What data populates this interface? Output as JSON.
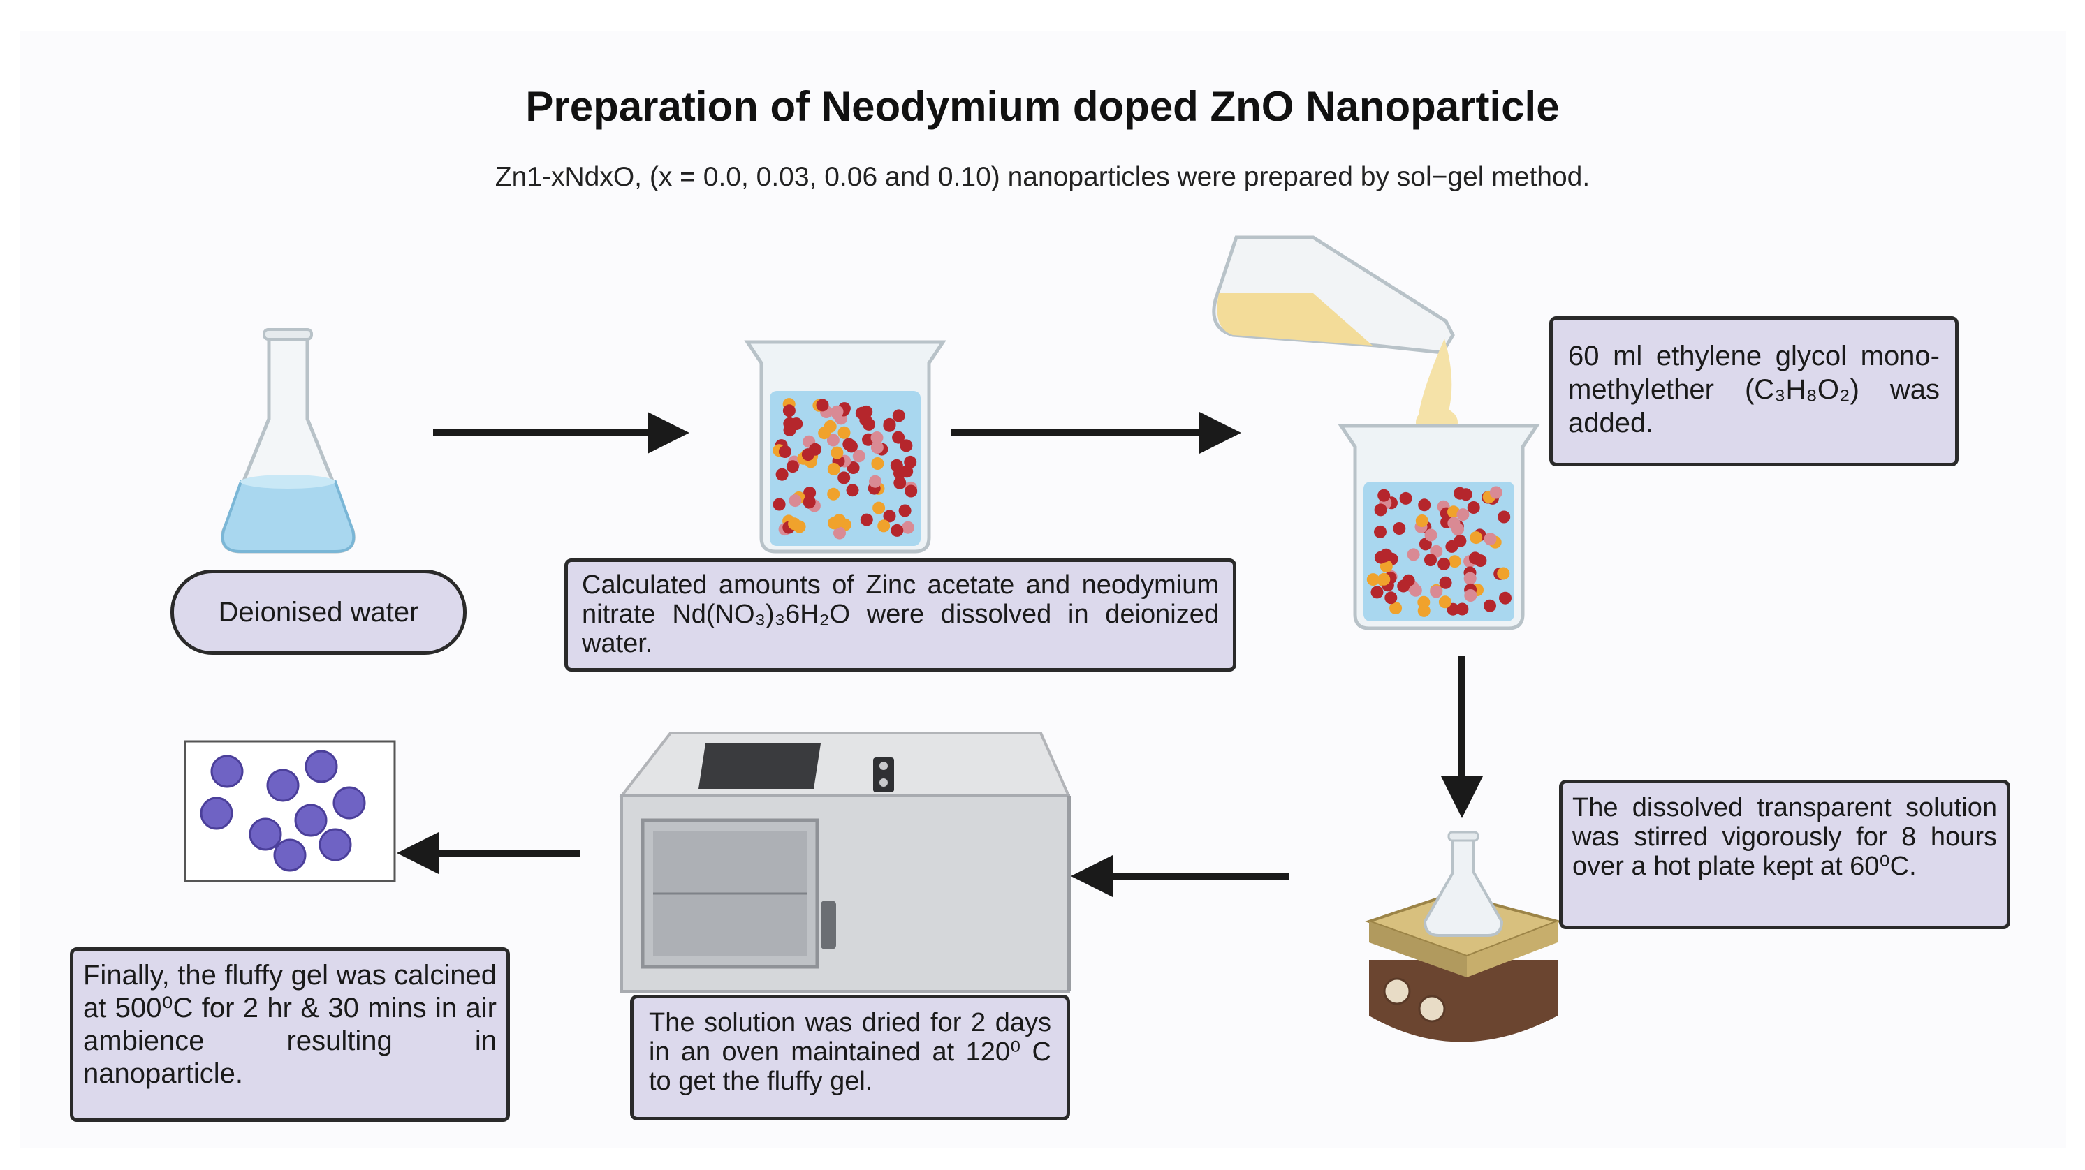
{
  "title": "Preparation of Neodymium doped ZnO Nanoparticle",
  "subtitle": "Zn1-xNdxO, (x = 0.0, 0.03, 0.06 and 0.10) nanoparticles were prepared by sol−gel method.",
  "steps": {
    "water": "Deionised water",
    "dissolve": "Calculated amounts of Zinc acetate and neodymium nitrate Nd(NO₃)₃6H₂O were dissolved in deionized water.",
    "glycol": "60 ml ethylene glycol mono-methylether (C₃H₈O₂) was added.",
    "stir": "The dissolved transparent solution was stirred vigorously for 8 hours over a hot plate kept at 60⁰C.",
    "dry": "The solution was dried for 2 days in an oven maintained at 120⁰ C to get the fluffy gel.",
    "calcine": "Finally, the fluffy gel was calcined at 500⁰C for 2 hr & 30 mins in air ambience resulting in nanoparticle."
  },
  "colors": {
    "box_fill": "#dcd9ec",
    "liquid": "#a9d7ef",
    "particle_red": "#b5262c",
    "particle_orange": "#f0a22c",
    "particle_pink": "#d98a94",
    "glycol": "#f3dc99",
    "nanoparticle": "#6f63c4"
  },
  "icons": [
    "erlenmeyer-flask-icon",
    "beaker-icon",
    "pouring-flask-icon",
    "hot-plate-icon",
    "oven-icon",
    "nanoparticle-icon"
  ]
}
